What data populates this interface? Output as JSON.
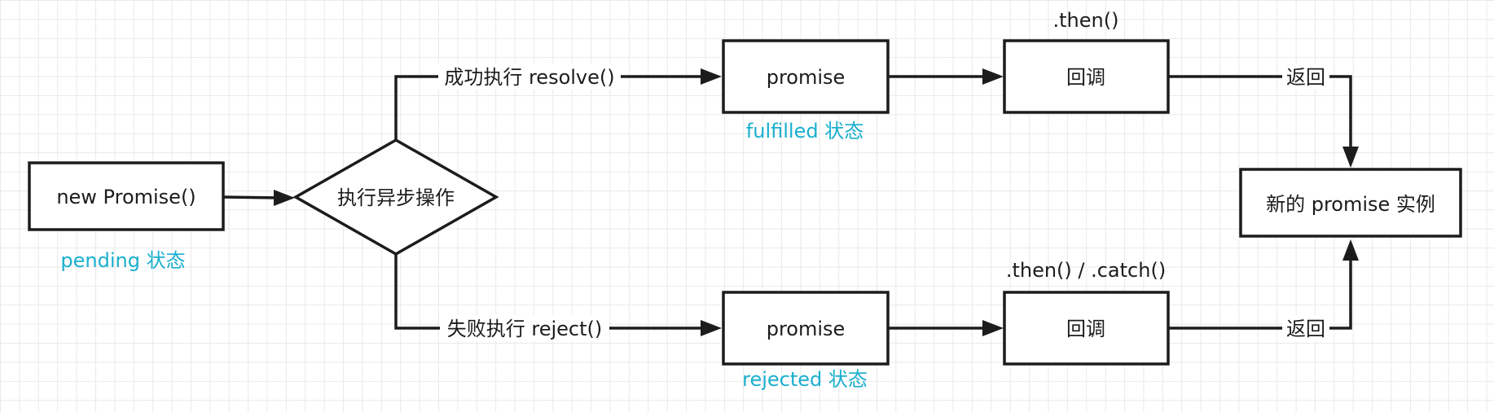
{
  "colors": {
    "stroke": "#1c1c1c",
    "state_text": "#1aafce",
    "grid": "#e9e9e9"
  },
  "nodes": {
    "new_promise": "new Promise()",
    "async_op": "执行异步操作",
    "promise_fulfilled": "promise",
    "promise_rejected": "promise",
    "callback_top": "回调",
    "callback_bottom": "回调",
    "new_instance": "新的 promise 实例"
  },
  "states": {
    "pending": "pending 状态",
    "fulfilled": "fulfilled 状态",
    "rejected": "rejected 状态"
  },
  "edge_labels": {
    "resolve": "成功执行 resolve()",
    "reject": "失败执行 reject()",
    "return_top": "返回",
    "return_bottom": "返回"
  },
  "method_labels": {
    "then": ".then()",
    "then_catch": ".then() / .catch()"
  }
}
